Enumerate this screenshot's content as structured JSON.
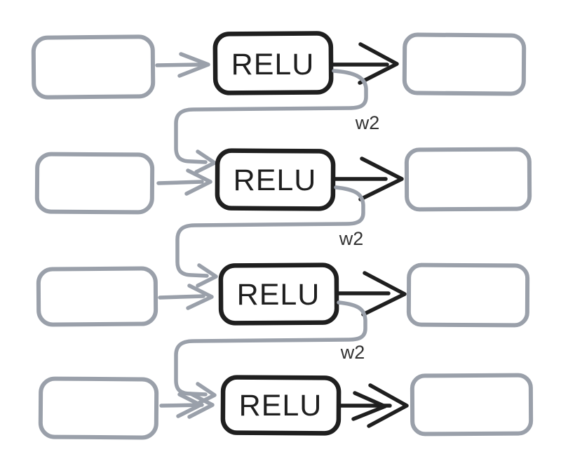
{
  "diagram": {
    "rows": [
      {
        "relu_label": "RELU"
      },
      {
        "relu_label": "RELU"
      },
      {
        "relu_label": "RELU"
      },
      {
        "relu_label": "RELU"
      }
    ],
    "recurrent_connections": [
      {
        "label": "w2"
      },
      {
        "label": "w2"
      },
      {
        "label": "w2"
      }
    ],
    "colors": {
      "sketch_gray": "#9aa0aa",
      "ink_black": "#1f1f1f",
      "label_color": "#333333",
      "background": "#ffffff"
    }
  }
}
